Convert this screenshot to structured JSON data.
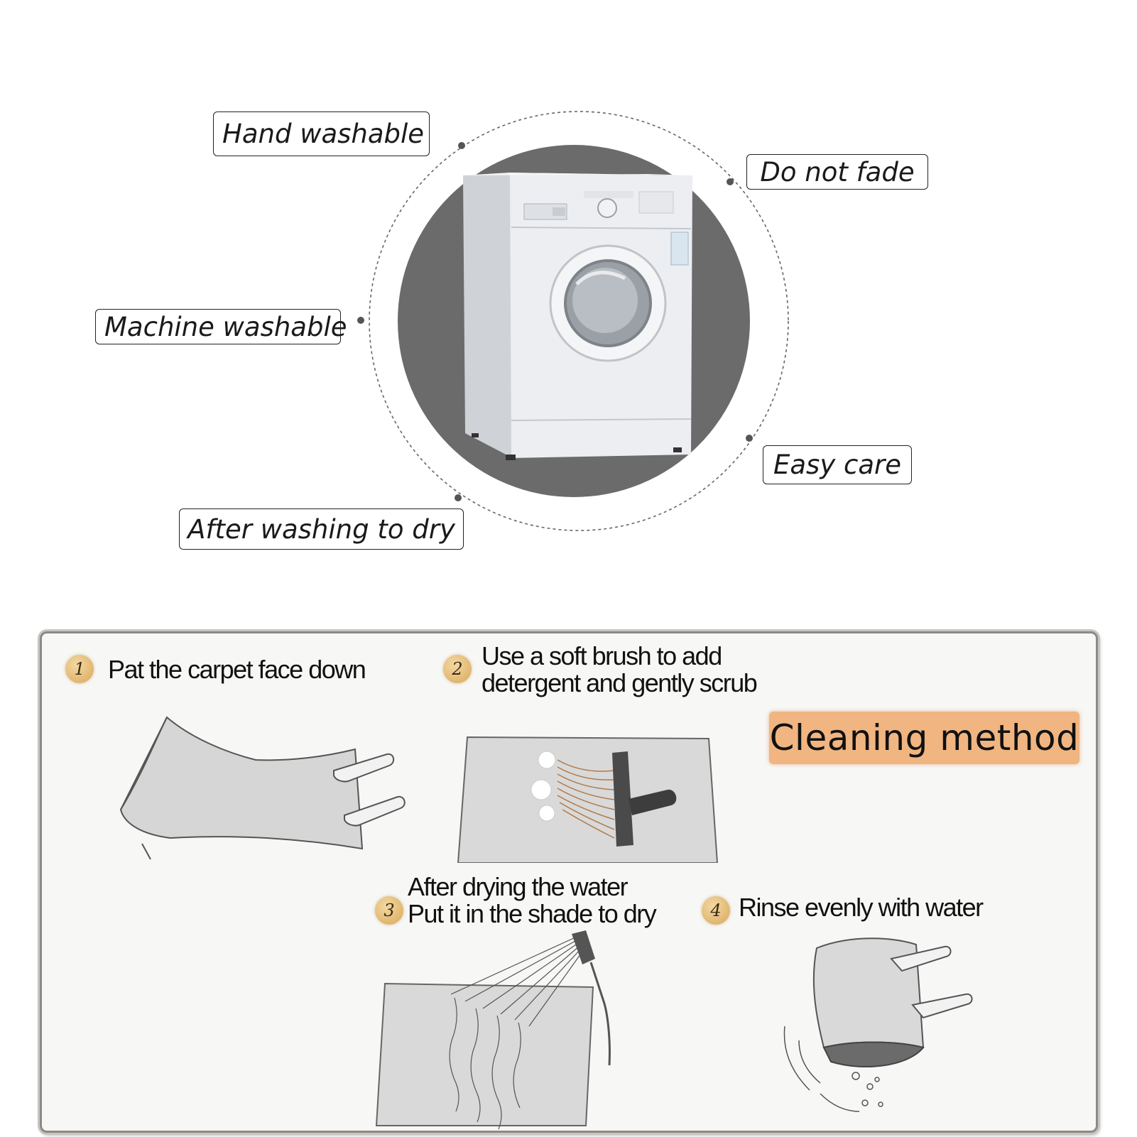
{
  "care_labels": {
    "hand_washable": "Hand washable",
    "do_not_fade": "Do not fade",
    "machine_washable": "Machine washable",
    "easy_care": "Easy care",
    "after_washing_to_dry": "After washing to dry"
  },
  "cleaning": {
    "title": "Cleaning method",
    "steps": [
      {
        "number": "1",
        "lines": [
          "Pat the carpet face down"
        ]
      },
      {
        "number": "2",
        "lines": [
          "Use a soft brush to add",
          "detergent and gently scrub"
        ]
      },
      {
        "number": "3",
        "lines": [
          "After drying the water",
          "Put it in the shade to dry"
        ]
      },
      {
        "number": "4",
        "lines": [
          "Rinse evenly with water"
        ]
      }
    ]
  },
  "colors": {
    "circle_gray": "#6b6b6b",
    "title_bg": "#f0b581",
    "badge_gold": "#d9a75a"
  }
}
